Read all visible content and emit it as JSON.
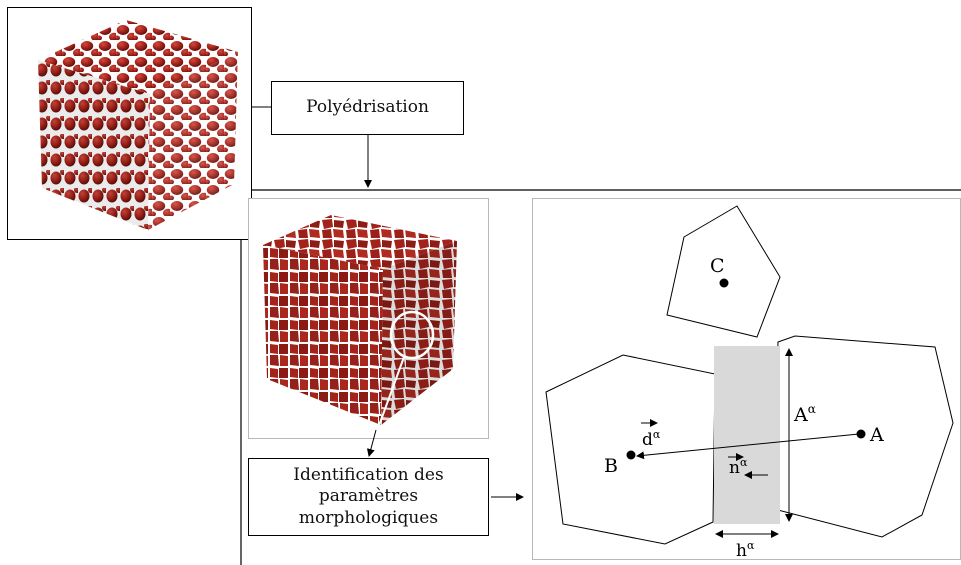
{
  "steps": {
    "polyhedrisation": "Polyédrisation",
    "identification_line1_bold": "Identification",
    "identification_line1_rest": " des",
    "identification_line2": "paramètres",
    "identification_line3": "morphologiques"
  },
  "schematic": {
    "grain_a": "A",
    "grain_b": "B",
    "grain_c": "C",
    "area_label": "A",
    "distance_label": "d",
    "normal_label": "n",
    "thickness_label": "h",
    "superscript": "α"
  },
  "colors": {
    "grain_red": "#a3221a",
    "interface_gray": "#d9d9d9",
    "ink": "#000000"
  }
}
